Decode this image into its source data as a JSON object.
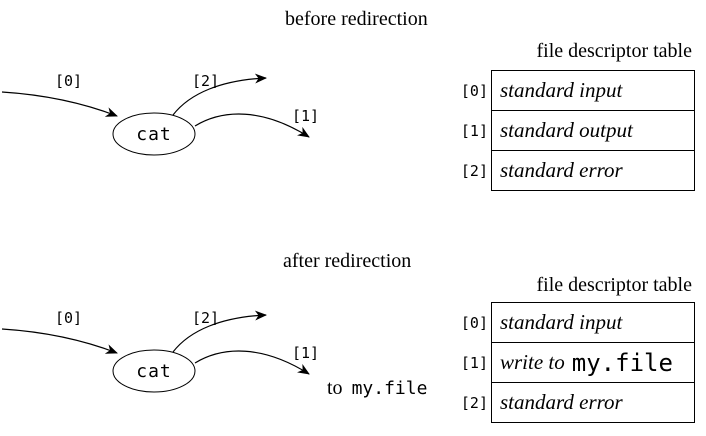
{
  "page": {
    "background": "#ffffff",
    "ink": "#000000"
  },
  "sections": [
    {
      "title": "before redirection",
      "table_title": "file descriptor table",
      "diagram": {
        "process_label": "cat",
        "fd0_label": "[0]",
        "fd1_label": "[1]",
        "fd2_label": "[2]"
      },
      "table": {
        "rows": [
          {
            "index": "[0]",
            "entry": "standard input",
            "entry_mono": ""
          },
          {
            "index": "[1]",
            "entry": "standard output",
            "entry_mono": ""
          },
          {
            "index": "[2]",
            "entry": "standard error",
            "entry_mono": ""
          }
        ]
      }
    },
    {
      "title": "after redirection",
      "table_title": "file descriptor table",
      "diagram": {
        "process_label": "cat",
        "fd0_label": "[0]",
        "fd1_label": "[1]",
        "fd2_label": "[2]",
        "redirect_prefix": "to",
        "redirect_filename": "my.file"
      },
      "table": {
        "rows": [
          {
            "index": "[0]",
            "entry": "standard input",
            "entry_mono": ""
          },
          {
            "index": "[1]",
            "entry": "write to",
            "entry_mono": "my.file"
          },
          {
            "index": "[2]",
            "entry": "standard error",
            "entry_mono": ""
          }
        ]
      }
    }
  ]
}
